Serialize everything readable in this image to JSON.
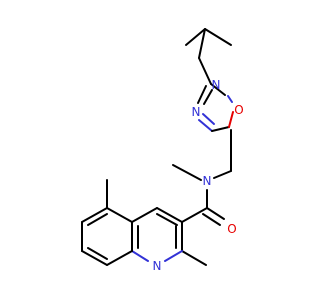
{
  "molecule": {
    "labels": {
      "n_ring": "N",
      "n_ring2": "N",
      "o_ring": "O",
      "n_amide": "N",
      "o_carbonyl": "O",
      "n_quinoline": "N"
    },
    "colors": {
      "bond": "#000000",
      "nitrogen": "#3232d6",
      "oxygen": "#e60000",
      "background": "#ffffff"
    }
  }
}
